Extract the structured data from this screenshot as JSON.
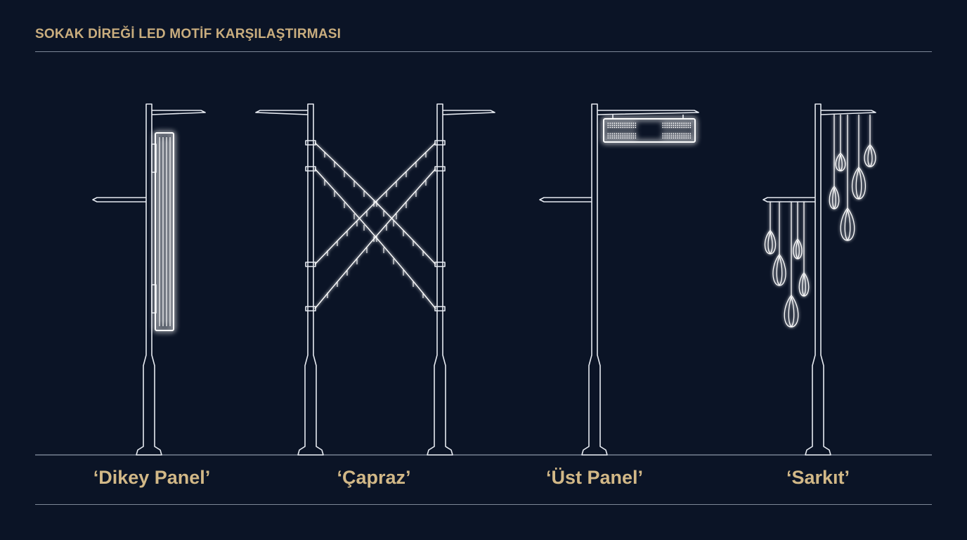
{
  "title": "SOKAK DİREĞİ LED MOTİF KARŞILAŞTIRMASI",
  "motifs": [
    {
      "label": "‘Dikey Panel’"
    },
    {
      "label": "‘Çapraz’"
    },
    {
      "label": "‘Üst Panel’"
    },
    {
      "label": "‘Sarkıt’"
    }
  ],
  "colors": {
    "background": "#0b1426",
    "accent_text": "#d2b887",
    "line": "#e6eaf1",
    "rule": "#7d8797",
    "glow": "#ffffff"
  }
}
